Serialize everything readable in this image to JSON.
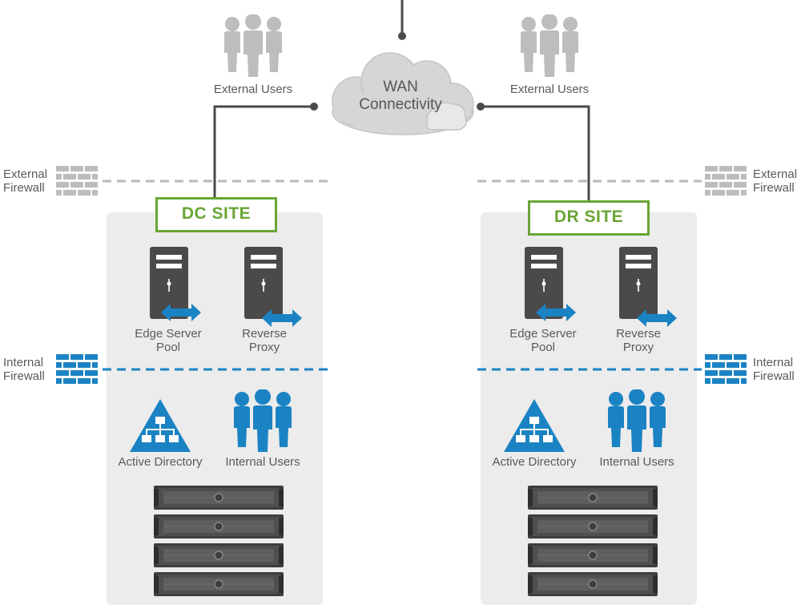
{
  "wan": {
    "line1": "WAN",
    "line2": "Connectivity"
  },
  "external_users_label": "External Users",
  "firewalls": {
    "external_line1": "External",
    "external_line2": "Firewall",
    "internal_line1": "Internal",
    "internal_line2": "Firewall"
  },
  "sites": [
    {
      "title": "DC SITE",
      "edge_line1": "Edge Server",
      "edge_line2": "Pool",
      "proxy_line1": "Reverse",
      "proxy_line2": "Proxy",
      "ad_label": "Active Directory",
      "internal_users_label": "Internal Users"
    },
    {
      "title": "DR SITE",
      "edge_line1": "Edge Server",
      "edge_line2": "Pool",
      "proxy_line1": "Reverse",
      "proxy_line2": "Proxy",
      "ad_label": "Active Directory",
      "internal_users_label": "Internal Users"
    }
  ],
  "colors": {
    "site_green": "#6aa535",
    "dell_blue": "#1b83c3",
    "dark_gray": "#4a4a4a",
    "external_gray": "#bdbdbd",
    "panel_gray": "#ececec"
  }
}
